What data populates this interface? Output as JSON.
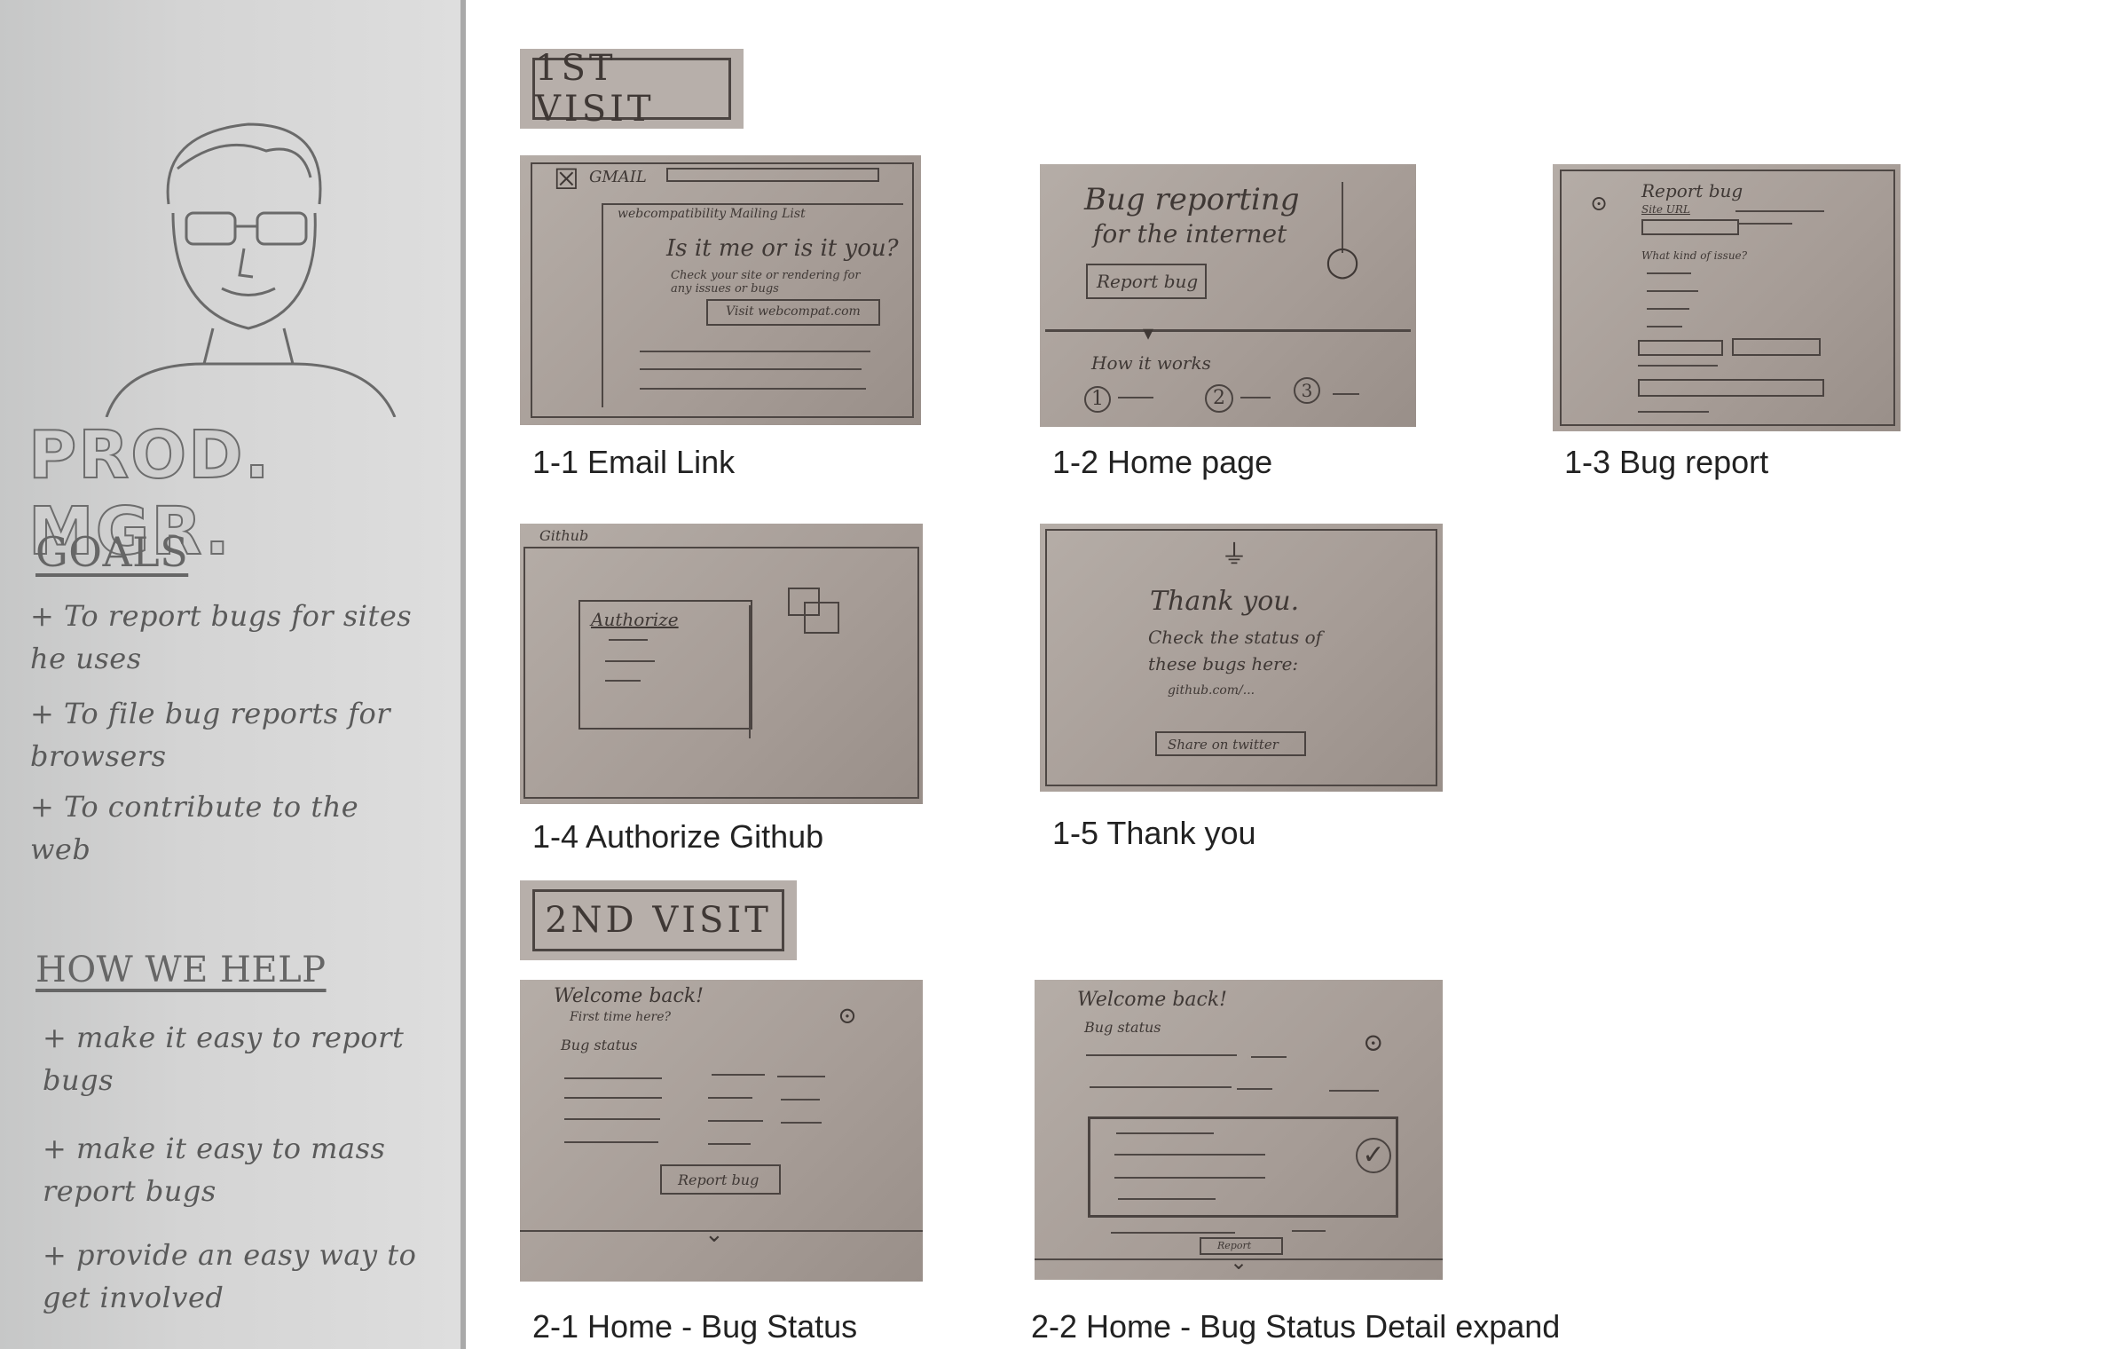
{
  "persona": {
    "title": "PROD. MGR.",
    "goals_heading": "GOALS",
    "goals": [
      "+ To report bugs for sites he uses",
      "+ To file bug reports for browsers",
      "+ To contribute to the web"
    ],
    "help_heading": "HOW WE HELP",
    "help": [
      "+ make it easy to report bugs",
      "+ make it easy to mass report bugs",
      "+ provide an easy way to get involved"
    ]
  },
  "sections": {
    "first_visit": "1ST VISIT",
    "second_visit": "2ND VISIT"
  },
  "screens": {
    "s11": {
      "caption": "1-1  Email Link",
      "mail_label": "GMAIL",
      "list_header": "webcompatibility Mailing List",
      "headline": "Is it me or is it you?",
      "body": "Check your site or rendering for any issues or bugs",
      "button": "Visit webcompat.com"
    },
    "s12": {
      "caption": "1-2  Home page",
      "headline_1": "Bug reporting",
      "headline_2": "for the internet",
      "button": "Report bug",
      "how": "How it works",
      "steps": [
        "1",
        "2",
        "3"
      ]
    },
    "s13": {
      "caption": "1-3 Bug report",
      "title": "Report bug",
      "site": "Site URL",
      "question": "What kind of issue?"
    },
    "s14": {
      "caption": "1-4  Authorize Github",
      "header": "Github",
      "dialog": "Authorize"
    },
    "s15": {
      "caption": "1-5 Thank you",
      "thanks": "Thank you.",
      "line_1": "Check the status of",
      "line_2": "these bugs here:",
      "line_3": "github.com/...",
      "button": "Share on twitter"
    },
    "s21": {
      "caption": "2-1 Home - Bug Status",
      "welcome": "Welcome back!",
      "first": "First time here?",
      "status": "Bug status",
      "button": "Report bug"
    },
    "s22": {
      "caption": "2-2 Home - Bug Status Detail expand",
      "welcome": "Welcome back!",
      "status": "Bug status",
      "button": "Report"
    }
  }
}
